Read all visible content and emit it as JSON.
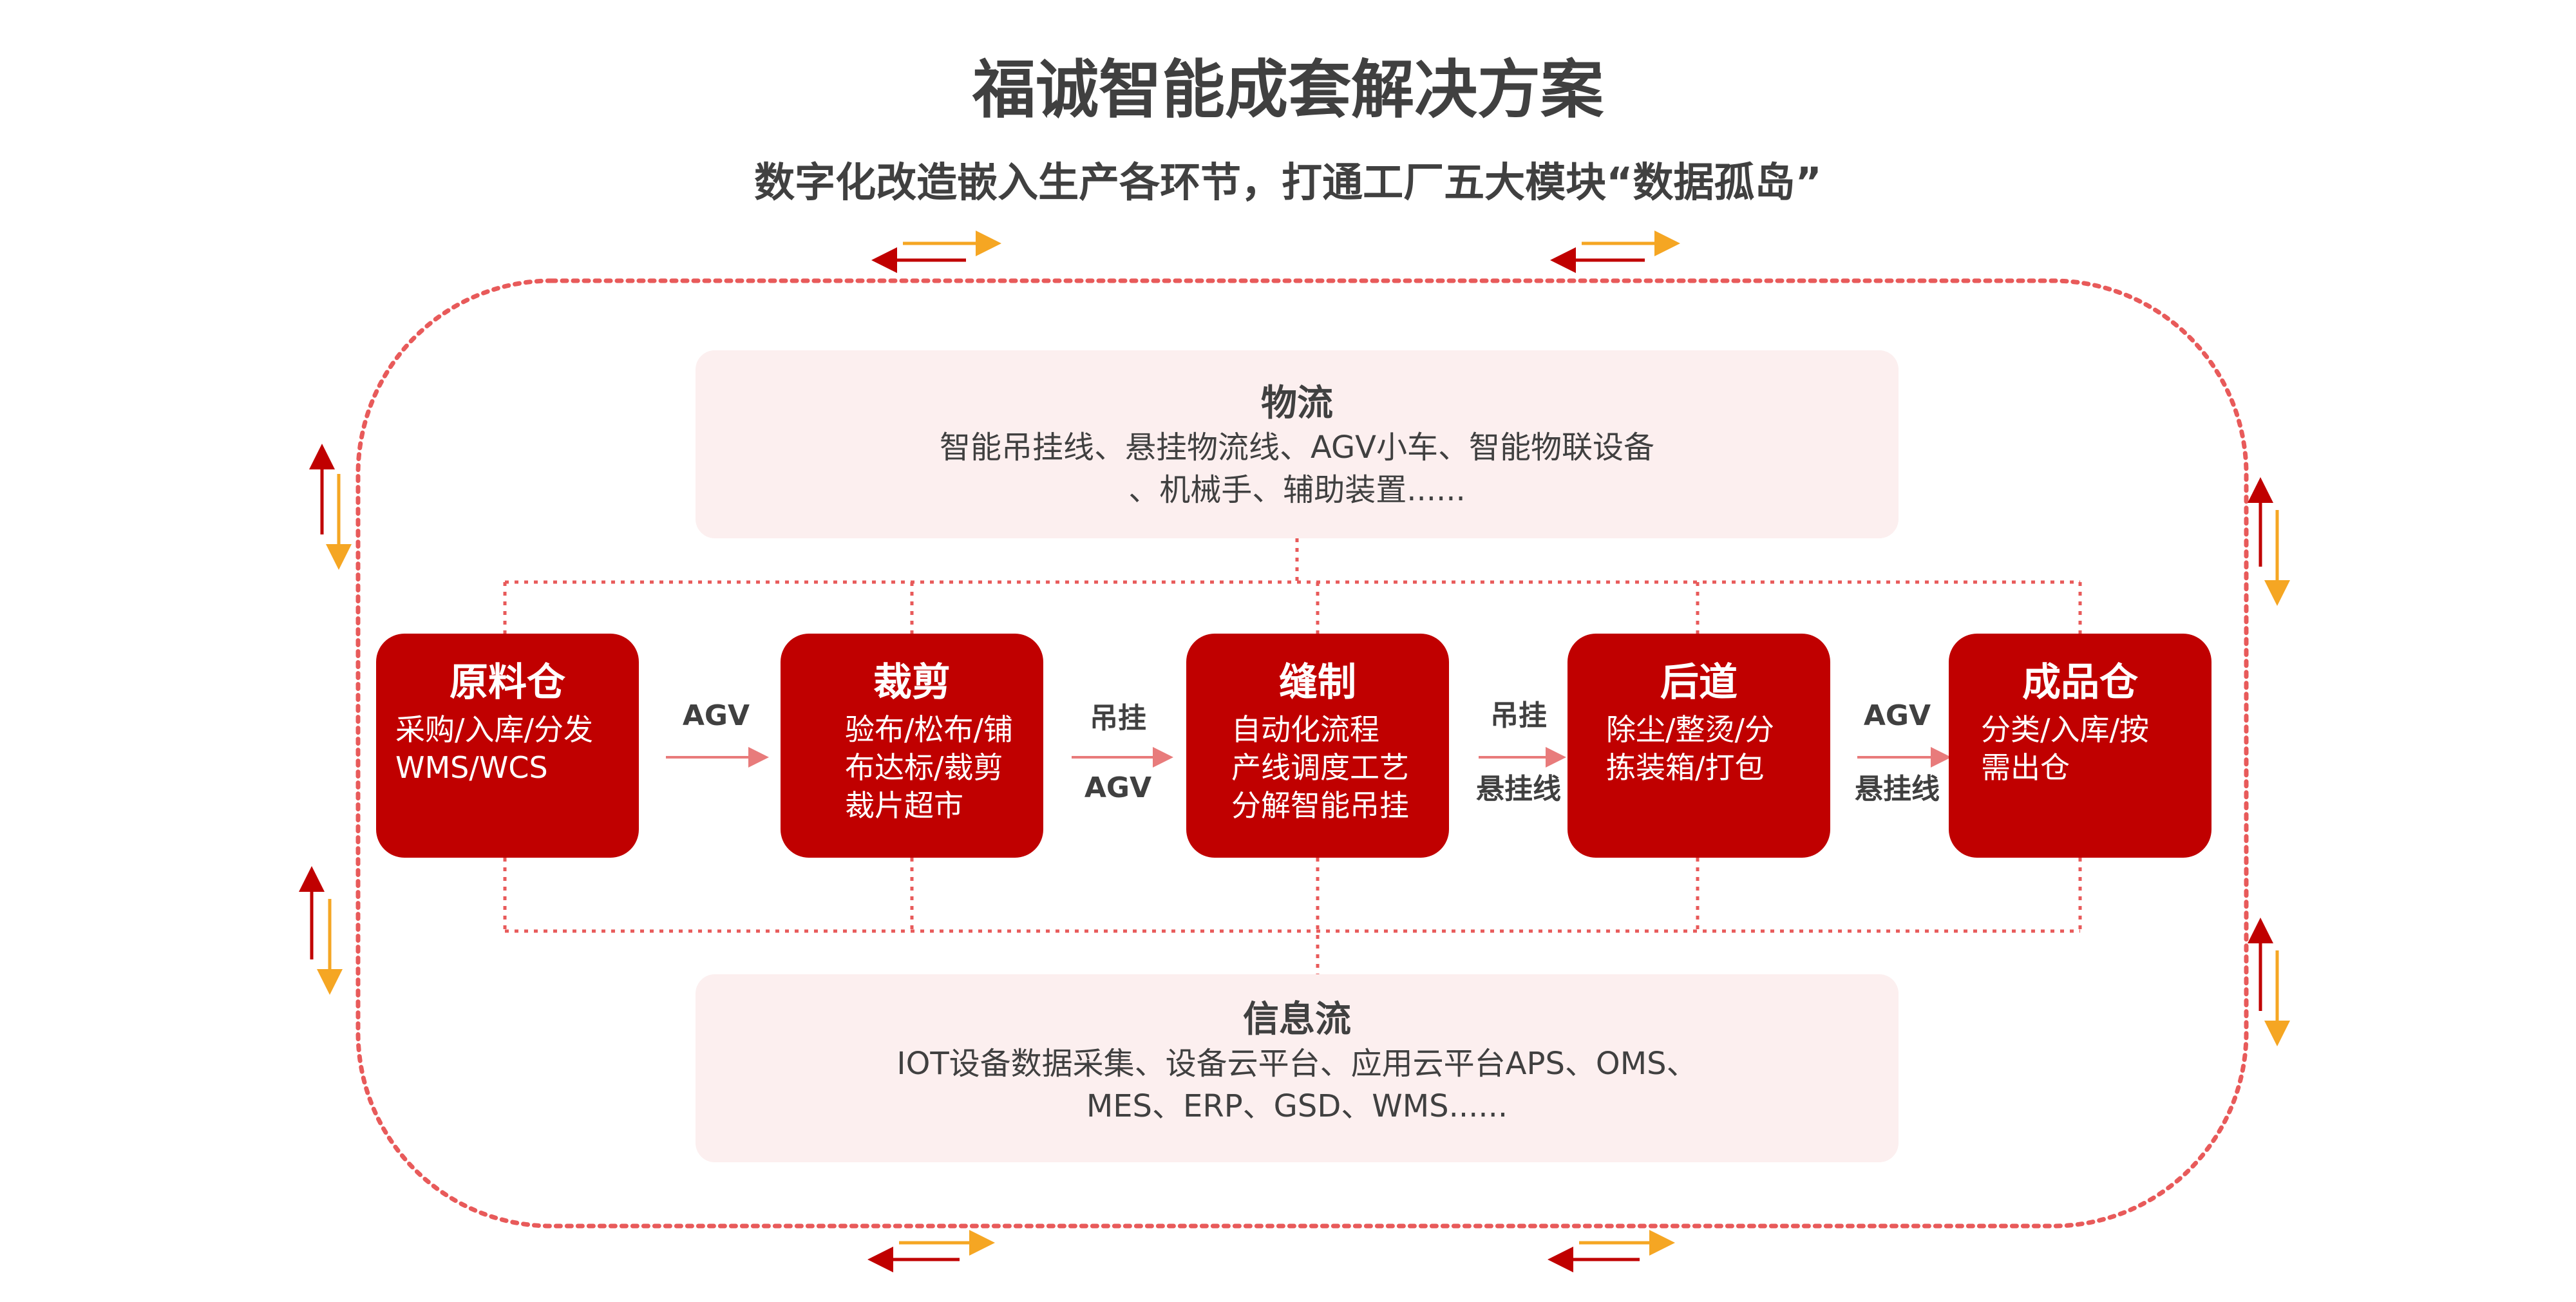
{
  "title": "福诚智能成套解决方案",
  "subtitle": "数字化改造嵌入生产各环节，打通工厂五大模块“数据孤岛”",
  "logistics": {
    "title": "物流",
    "lines": [
      "智能吊挂线、悬挂物流线、AGV小车、智能物联设备",
      "、机械手、辅助装置......"
    ]
  },
  "info": {
    "title": "信息流",
    "lines": [
      "IOT设备数据采集、设备云平台、应用云平台APS、OMS、",
      "MES、ERP、GSD、WMS......"
    ]
  },
  "stages": [
    {
      "title": "原料仓",
      "lines": [
        "采购/入库/分发",
        "WMS/WCS"
      ]
    },
    {
      "title": "裁剪",
      "lines": [
        "验布/松布/铺",
        "布达标/裁剪",
        "裁片超市"
      ]
    },
    {
      "title": "缝制",
      "lines": [
        "自动化流程",
        "产线调度工艺",
        "分解智能吊挂"
      ]
    },
    {
      "title": "后道",
      "lines": [
        "除尘/整烫/分",
        "拣装箱/打包"
      ]
    },
    {
      "title": "成品仓",
      "lines": [
        "分类/入库/按",
        "需出仓"
      ]
    }
  ],
  "connectors": [
    {
      "top": "AGV",
      "bottom": ""
    },
    {
      "top": "吊挂",
      "bottom": "AGV"
    },
    {
      "top": "吊挂",
      "bottom": "悬挂线"
    },
    {
      "top": "AGV",
      "bottom": "悬挂线"
    }
  ],
  "colors": {
    "stage": "#c00000",
    "panel": "#fcefef",
    "dotted": "#e85a5a",
    "arrow_red": "#c00000",
    "arrow_orange": "#f5a623",
    "flow_arrow": "#e87b7b",
    "text": "#404040"
  }
}
